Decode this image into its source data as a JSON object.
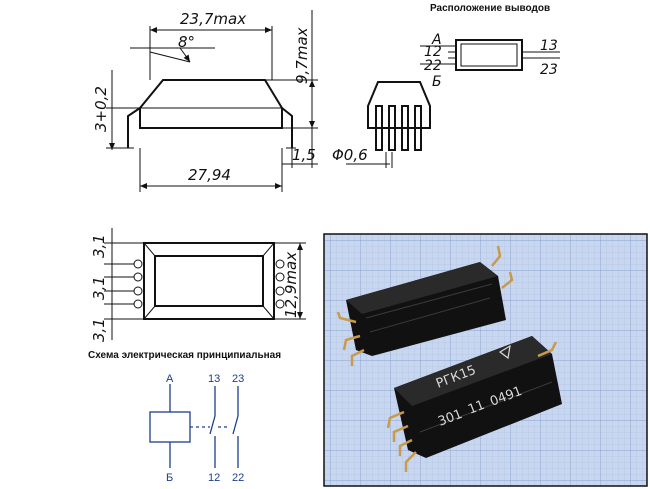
{
  "top_view": {
    "dim_width": "23,7max",
    "dim_angle": "8°",
    "dim_height": "9,7max",
    "dim_offset": "3+0,2",
    "dim_pitch": "27,94",
    "dim_tail": "1,5",
    "dim_pin": "Φ0,6"
  },
  "pinout": {
    "title": "Расположение выводов",
    "pin_a": "A",
    "pin_b": "Б",
    "pin_12": "12",
    "pin_22": "22",
    "pin_13": "13",
    "pin_23": "23"
  },
  "plan_view": {
    "dim_a": "3,1",
    "dim_b": "3,1",
    "dim_c": "3,1",
    "dim_depth": "12,9max"
  },
  "schematic": {
    "title": "Схема электрическая принципиальная",
    "coil_top": "А",
    "coil_bottom": "Б",
    "contact_13": "13",
    "contact_23": "23",
    "contact_12": "12",
    "contact_22": "22"
  },
  "photo": {
    "marking_type": "РГК15",
    "marking_code_a": "301",
    "marking_code_b": "11",
    "marking_code_c": "0491",
    "grid_color": "#9fb6dc",
    "background_color": "#c8d6ef",
    "relay_color": "#111111"
  }
}
